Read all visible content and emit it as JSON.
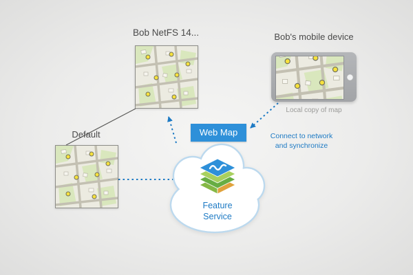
{
  "diagram": {
    "netfs_label": "Bob NetFS 14...",
    "mobile": {
      "label": "Bob's mobile device",
      "caption": "Local copy of map"
    },
    "default_version": {
      "label": "Default"
    },
    "web_map": {
      "label": "Web Map"
    },
    "connect_note": "Connect to network and synchronize",
    "feature_service": {
      "label": "Feature Service"
    },
    "colors": {
      "accent_blue": "#1d7ac4",
      "web_map_button": "#2e90d9",
      "cloud_outline": "#bcd9ee",
      "poi_yellow": "#f6e13c",
      "map_green": "#d9e7bd",
      "feature_icon_top": "#2e90d9"
    }
  }
}
